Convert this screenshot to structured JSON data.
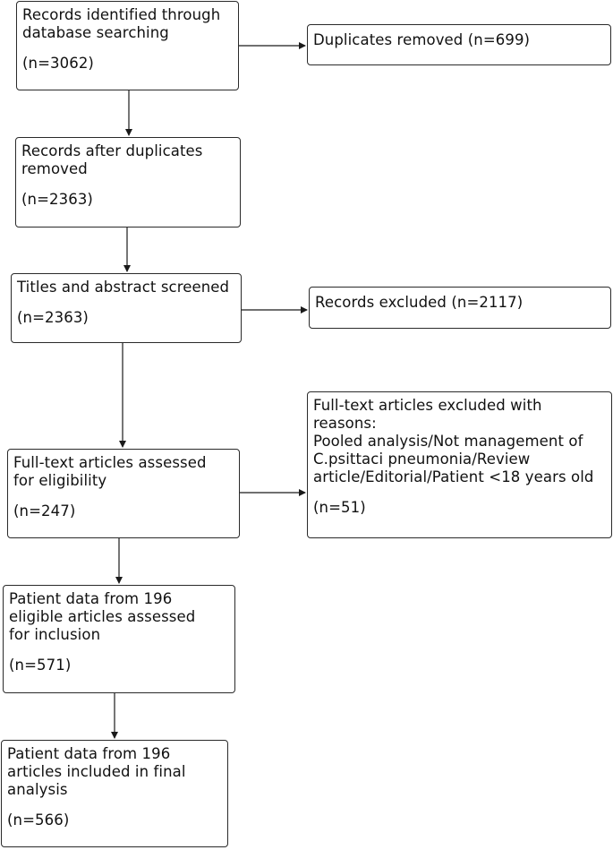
{
  "boxes": {
    "identified": {
      "lines": [
        "Records identified through",
        "database searching"
      ],
      "count": "(n=3062)"
    },
    "duplicates": {
      "lines": [
        "Duplicates removed (n=699)"
      ]
    },
    "after_duplicates": {
      "lines": [
        "Records after duplicates",
        "removed"
      ],
      "count": "(n=2363)"
    },
    "screened": {
      "lines": [
        "Titles and abstract screened"
      ],
      "count": "(n=2363)"
    },
    "records_excluded": {
      "lines": [
        "Records excluded (n=2117)"
      ]
    },
    "fulltext_excluded": {
      "lines": [
        "Full-text articles excluded with",
        "reasons:",
        "Pooled analysis/Not management of",
        "C.psittaci pneumonia/Review",
        "article/Editorial/Patient <18 years old"
      ],
      "count": "(n=51)"
    },
    "fulltext_assessed": {
      "lines": [
        "Full-text articles assessed",
        "for eligibility"
      ],
      "count": "(n=247)"
    },
    "patient_data_assessed": {
      "lines": [
        "Patient data from 196",
        "eligible articles assessed",
        "for inclusion"
      ],
      "count": "(n=571)"
    },
    "patient_data_final": {
      "lines": [
        "Patient data from 196",
        "articles included in final",
        "analysis"
      ],
      "count": "(n=566)"
    }
  }
}
